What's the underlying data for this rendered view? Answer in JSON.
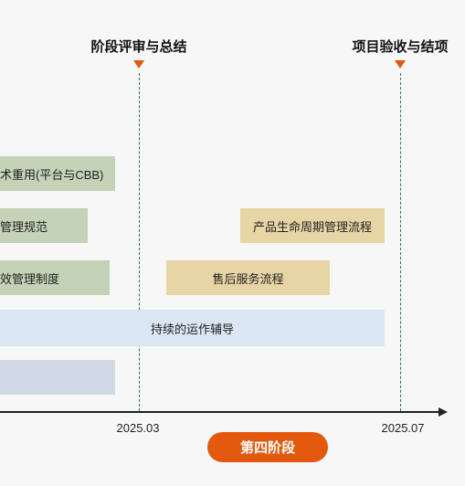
{
  "milestones": [
    {
      "title": "阶段评审与总结",
      "date": "2025.03"
    },
    {
      "title": "项目验收与结项",
      "date": "2025.07"
    }
  ],
  "bars": [
    {
      "label": "术重用(平台与CBB)",
      "color": "#c4d2b7"
    },
    {
      "label": "管理规范",
      "color": "#c4d2b7"
    },
    {
      "label": "产品生命周期管理流程",
      "color": "#e8d5a5"
    },
    {
      "label": "效管理制度",
      "color": "#c4d2b7"
    },
    {
      "label": "售后服务流程",
      "color": "#e8d5a5"
    },
    {
      "label": "持续的运作辅导",
      "color": "#dae6f3"
    },
    {
      "label": "",
      "color": "#d0d8e4"
    }
  ],
  "phase_label": "第四阶段",
  "colors": {
    "accent": "#e2590e",
    "axis": "#222222",
    "guide": "#2e6f70"
  }
}
